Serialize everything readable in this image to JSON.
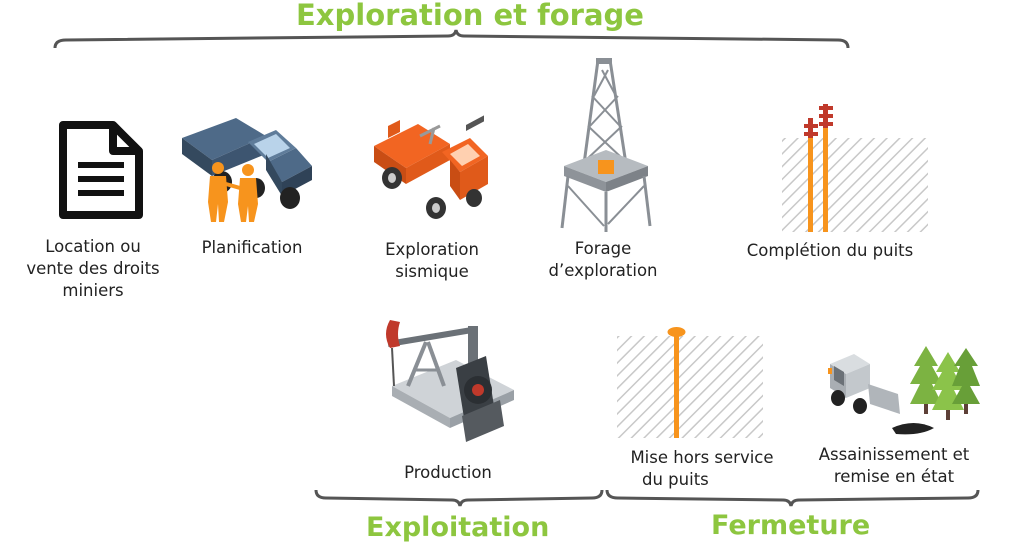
{
  "titles": {
    "top": "Exploration et forage",
    "exploitation": "Exploitation",
    "fermeture": "Fermeture"
  },
  "stages": {
    "location": [
      "Location ou",
      "vente des droits",
      "miniers"
    ],
    "planification": [
      "Planification"
    ],
    "exploration_sismique": [
      "Exploration",
      "sismique"
    ],
    "forage": [
      "Forage",
      "d’exploration"
    ],
    "completion": [
      "Complétion du puits"
    ],
    "production": [
      "Production"
    ],
    "mise_hors_service": [
      "Mise hors service",
      "du puits"
    ],
    "assainissement": [
      "Assainissement et",
      "remise en état"
    ]
  },
  "icons": {
    "location": "document-icon",
    "planification": "pickup-truck-icon",
    "exploration_sismique": "seismic-truck-icon",
    "forage": "drilling-rig-icon",
    "completion": "completed-well-icon",
    "production": "pumpjack-icon",
    "mise_hors_service": "decommissioned-well-icon",
    "assainissement": "skid-steer-trees-icon"
  },
  "colors": {
    "title_green": "#8dc63f",
    "accent_orange": "#f7941d",
    "equipment_gray": "#9aa0a6",
    "truck_blue": "#3d5570",
    "tree_green": "#7cb342"
  }
}
